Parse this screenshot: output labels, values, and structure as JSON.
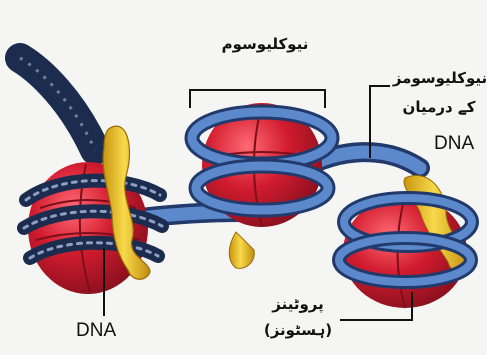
{
  "labels": {
    "nucleosome": "نیوکلیوسوم",
    "linker_line1": "نیوکلیوسومز",
    "linker_line2": "کے درمیان",
    "linker_line3": "DNA",
    "dna": "DNA",
    "proteins_line1": "پروٹینز",
    "proteins_line2": "(ہسٹونز)"
  },
  "colors": {
    "background": "#f5f5f3",
    "histone_core": "#d21c2f",
    "histone_dark": "#7e0e1b",
    "dna_strand": "#4b79bd",
    "dna_dark_strand": "#1b2c4f",
    "histone_h1": "#f0c83a",
    "leader_line": "#111111"
  }
}
